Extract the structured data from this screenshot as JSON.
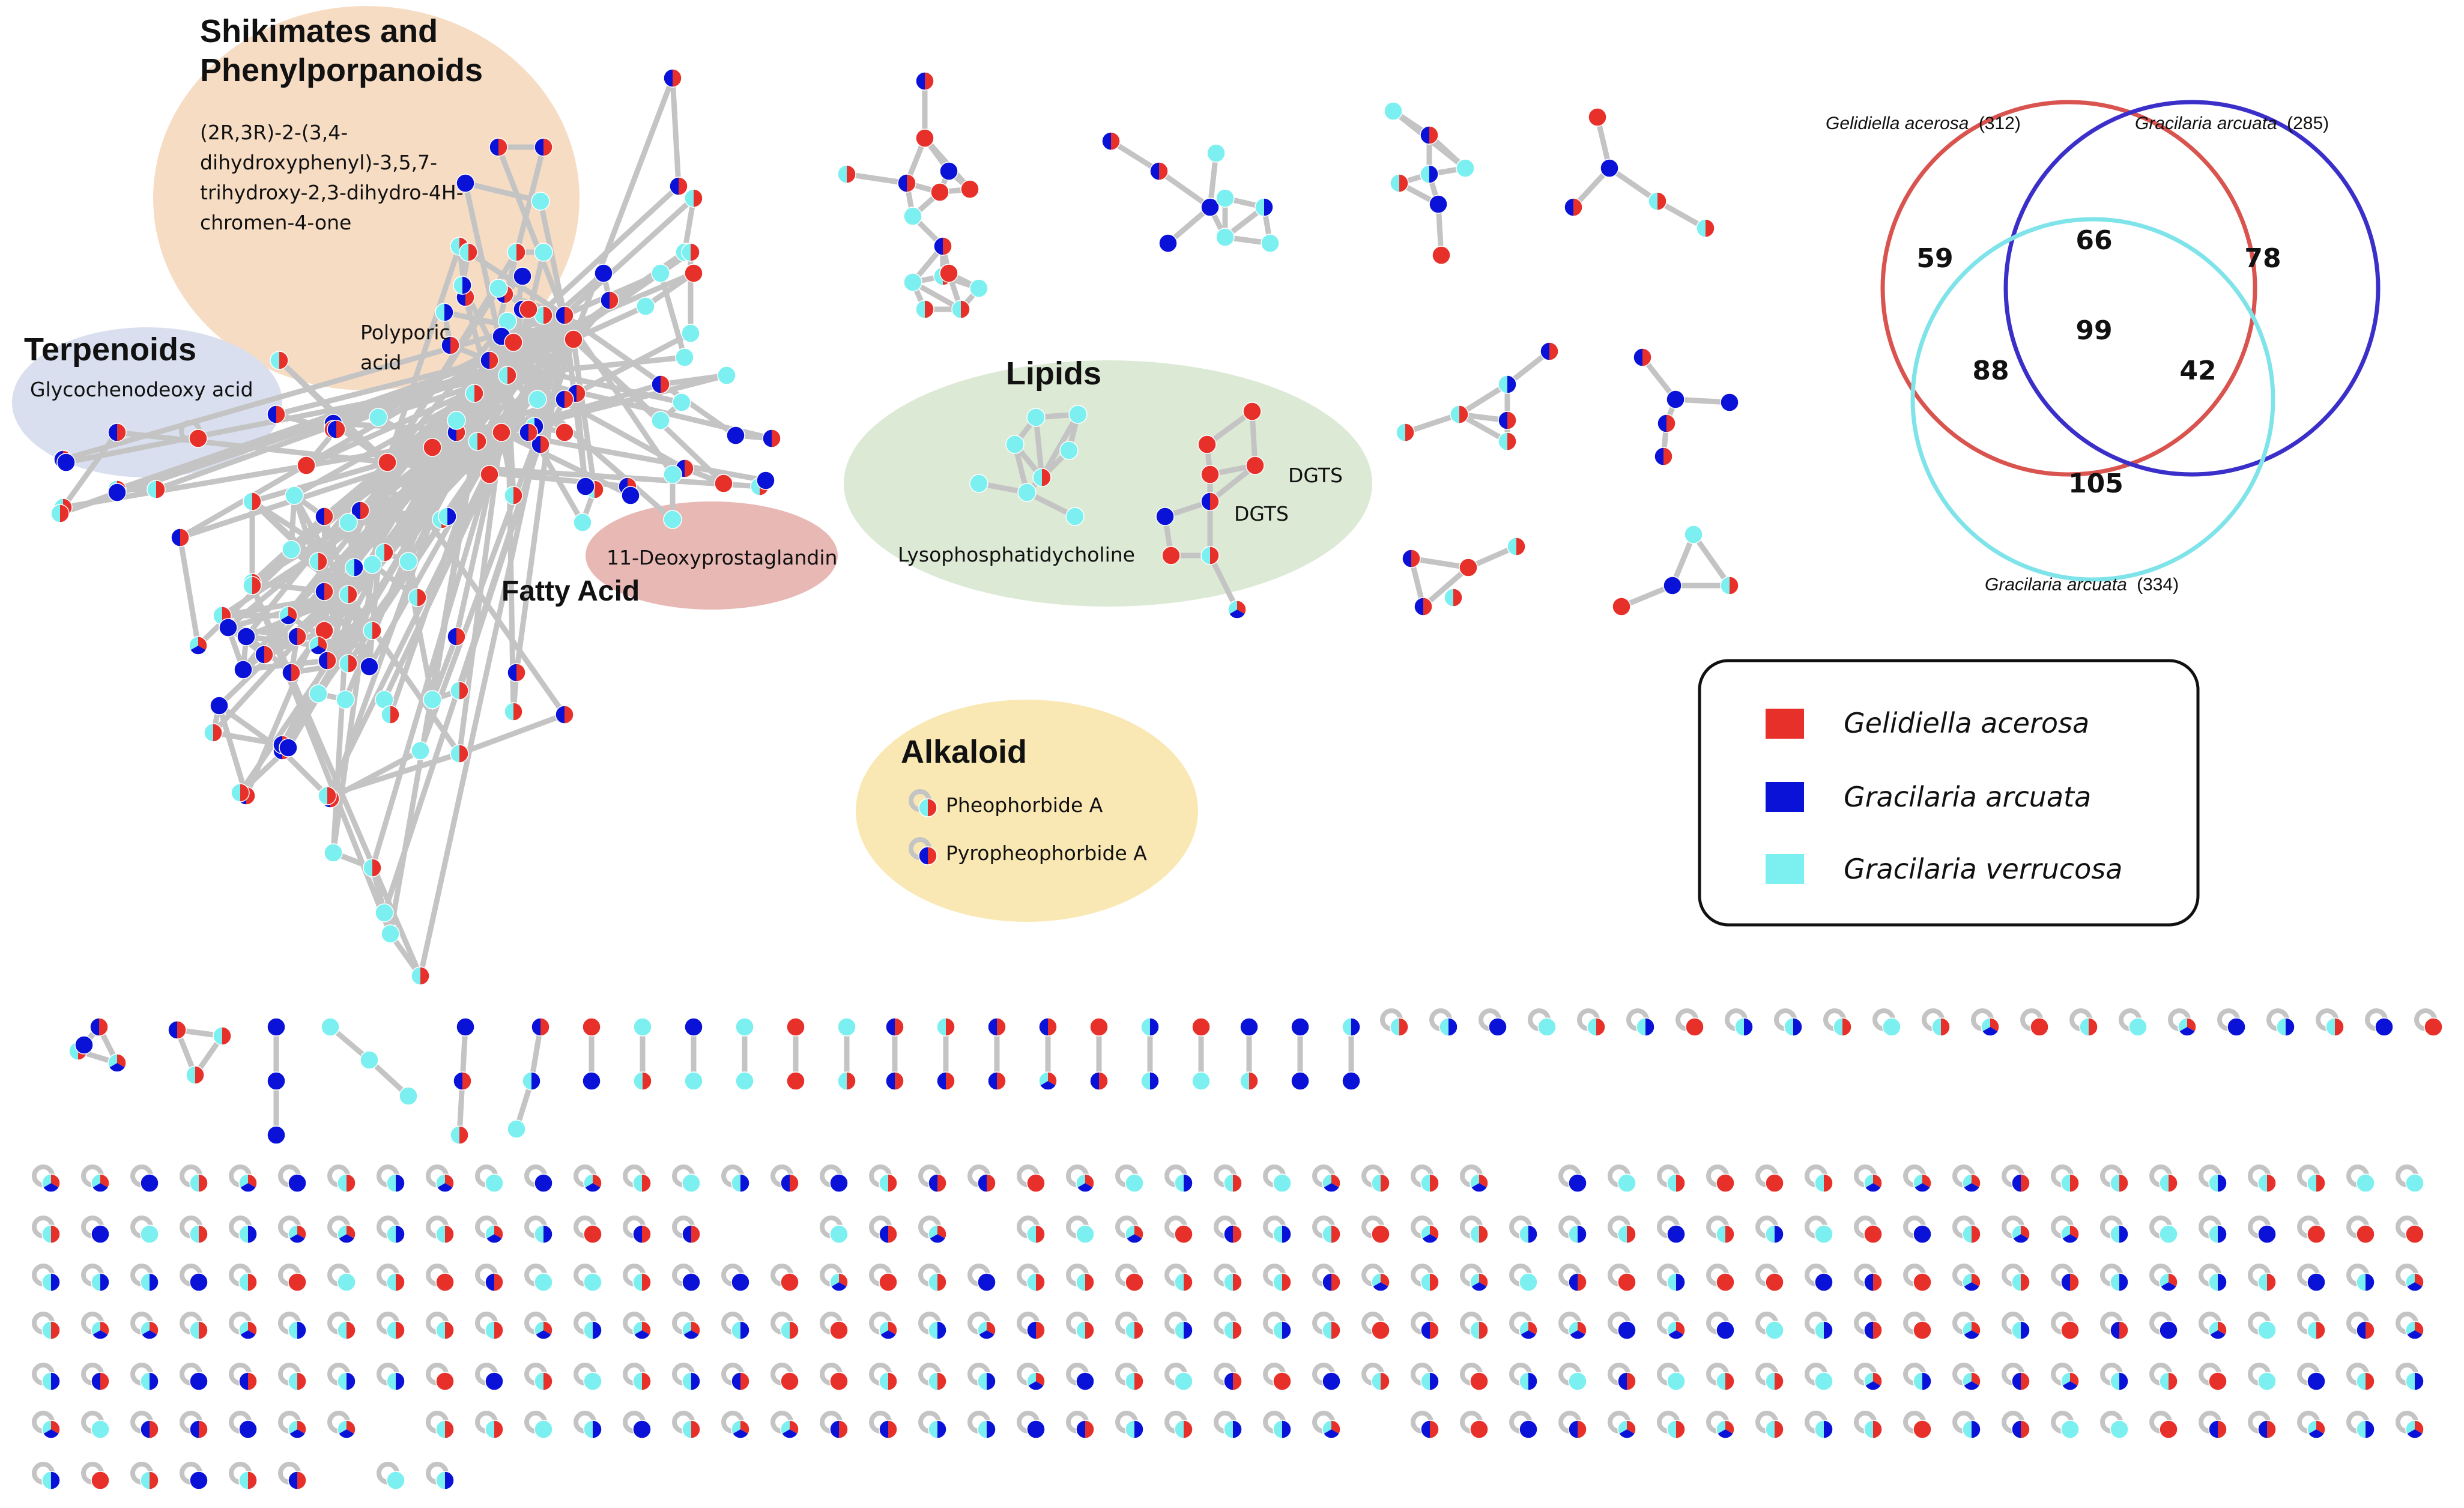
{
  "colors": {
    "gelidiella": "#e8302a",
    "gracilaria_arcuata": "#0b12d8",
    "gracilaria_verrucosa": "#7cf0f0",
    "edge": "#c4c4c4",
    "shikimate_zone": "#f7dcc4",
    "terpenoid_zone": "#d9dfee",
    "fattyacid_zone": "#e8b8b4",
    "lipid_zone": "#dce9d4",
    "alkaloid_zone": "#fae8b4",
    "venn_gelidiella": "#d9534f",
    "venn_arcuata": "#3b2fc9",
    "venn_verrucosa": "#7fe3ea"
  },
  "classes": {
    "shikimates": "Shikimates and Phenylporpanoids",
    "terpenoids": "Terpenoids",
    "fatty_acid": "Fatty Acid",
    "lipids": "Lipids",
    "alkaloid": "Alkaloid"
  },
  "compounds": {
    "flavanone": [
      "(2R,3R)-2-(3,4-",
      "dihydroxyphenyl)-3,5,7-",
      "trihydroxy-2,3-dihydro-4H-",
      "chromen-4-one"
    ],
    "polyporic": [
      "Polyporic",
      "acid"
    ],
    "glycochenodeoxy": "Glycochenodeoxy acid",
    "deoxyprostaglandin": "11-Deoxyprostaglandin",
    "lysophosphatidylcholine": "Lysophosphatidycholine",
    "dgts_1": "DGTS",
    "dgts_2": "DGTS",
    "pheophorbide": "Pheophorbide A",
    "pyropheophorbide": "Pyropheophorbide A"
  },
  "venn": {
    "sets": [
      {
        "name": "Gelidiella acerosa",
        "count": "(312)"
      },
      {
        "name": "Gracilaria arcuata",
        "count": "(285)"
      },
      {
        "name": "Gracilaria arcuata",
        "count": "(334)"
      }
    ],
    "regions": {
      "g_only": "59",
      "a_only": "78",
      "v_only": "105",
      "g_a": "66",
      "g_v": "88",
      "a_v": "42",
      "all": "99"
    }
  },
  "legend": [
    {
      "label": "Gelidiella acerosa",
      "color_key": "gelidiella"
    },
    {
      "label": "Gracilaria arcuata",
      "color_key": "gracilaria_arcuata"
    },
    {
      "label": "Gracilaria verrucosa",
      "color_key": "gracilaria_verrucosa"
    }
  ]
}
